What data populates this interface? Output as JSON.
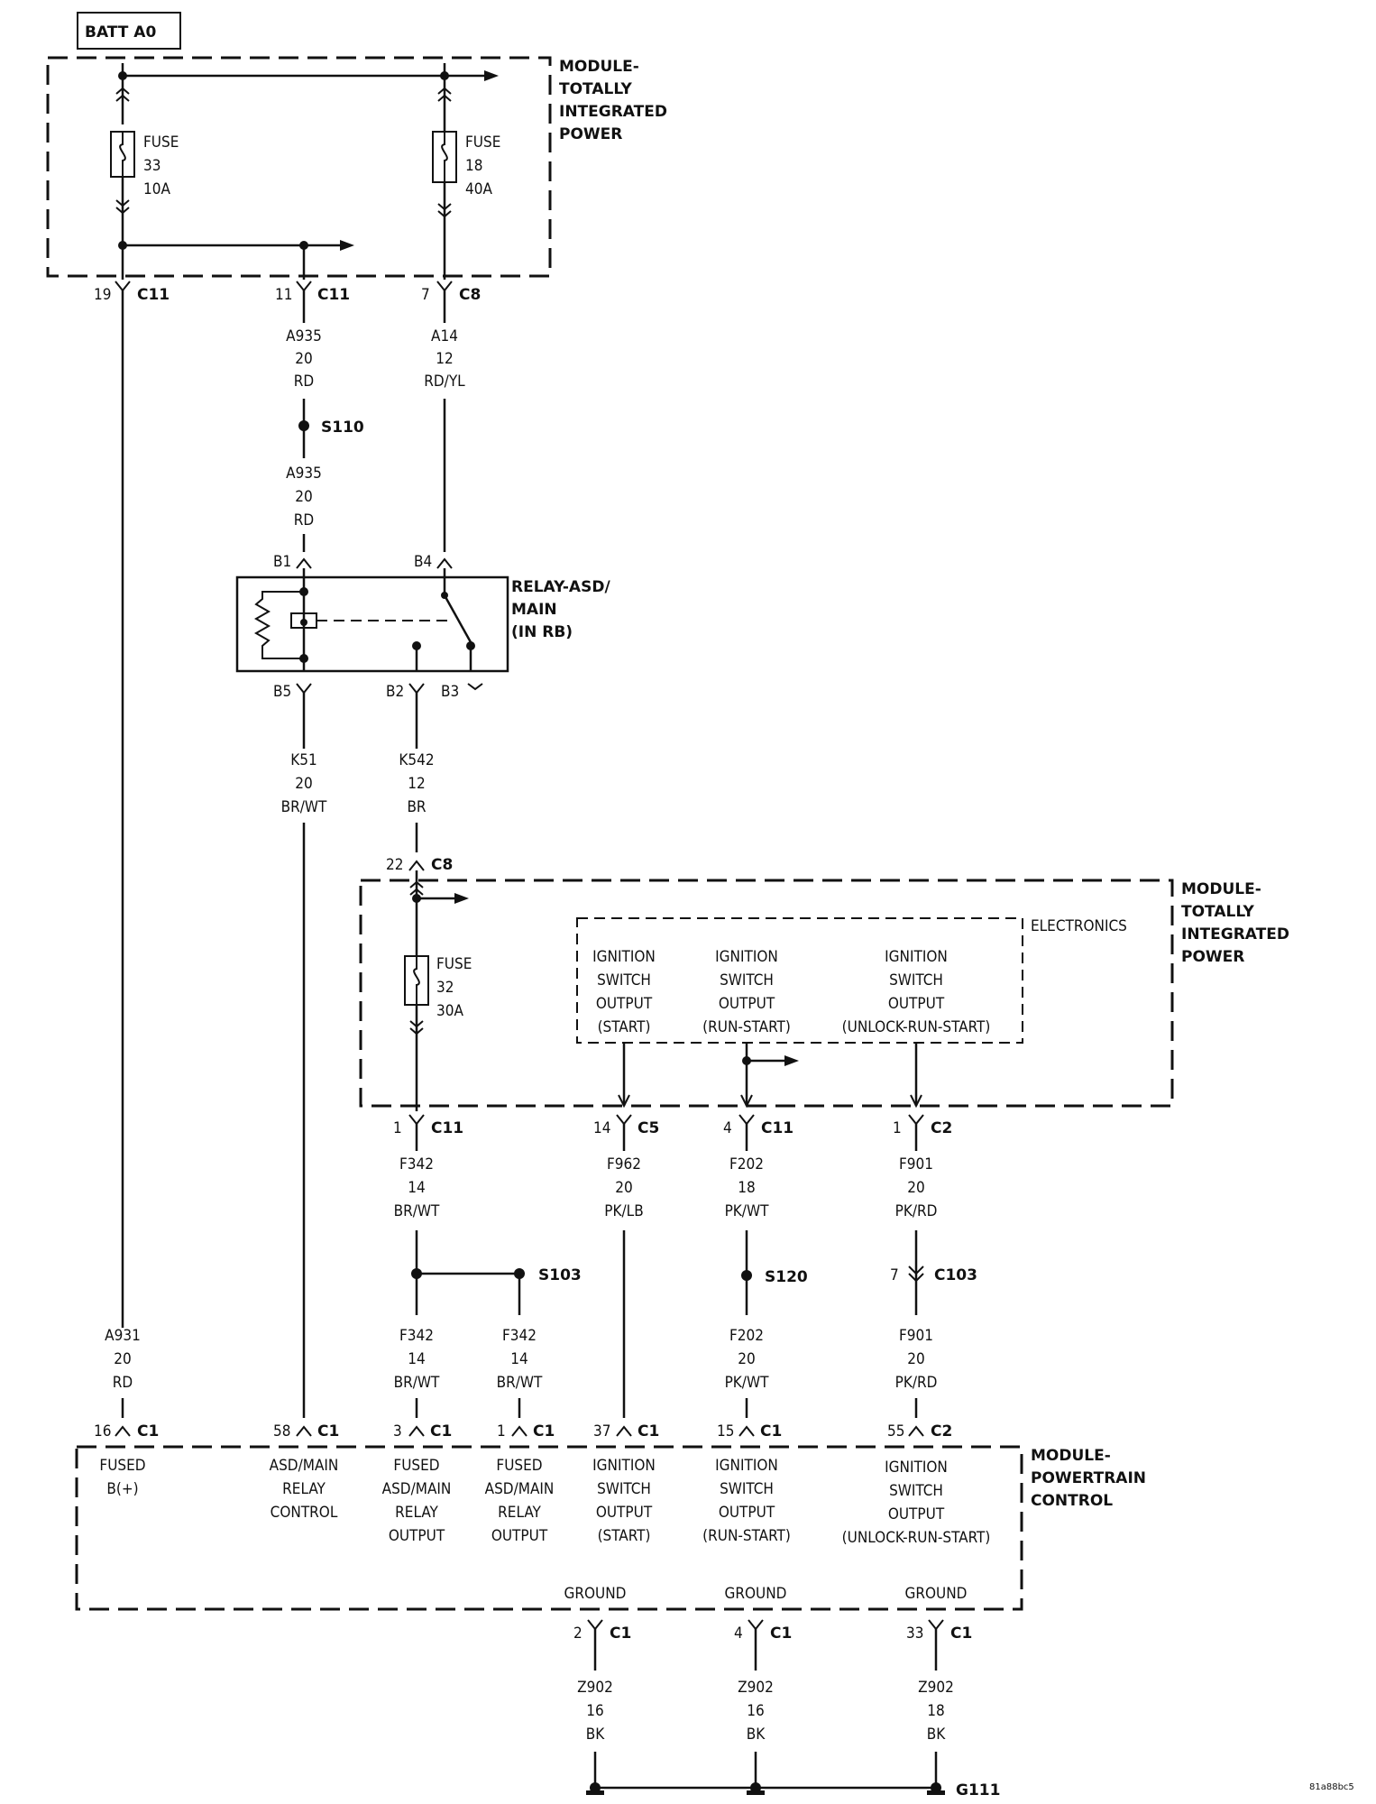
{
  "title": "BATT A0",
  "image_code": "81a88bc5",
  "modules": {
    "tipm_top": [
      "MODULE-",
      "TOTALLY",
      "INTEGRATED",
      "POWER"
    ],
    "tipm_mid": [
      "MODULE-",
      "TOTALLY",
      "INTEGRATED",
      "POWER"
    ],
    "relay": [
      "RELAY-ASD/",
      "MAIN",
      "(IN RB)"
    ],
    "pcm": [
      "MODULE-",
      "POWERTRAIN",
      "CONTROL"
    ],
    "electronics": "ELECTRONICS"
  },
  "fuses": {
    "f33": [
      "FUSE",
      "33",
      "10A"
    ],
    "f18": [
      "FUSE",
      "18",
      "40A"
    ],
    "f32": [
      "FUSE",
      "32",
      "30A"
    ]
  },
  "connectors": {
    "c1": {
      "pin": "19",
      "conn": "C11"
    },
    "c2": {
      "pin": "11",
      "conn": "C11"
    },
    "c3": {
      "pin": "7",
      "conn": "C8"
    },
    "c4": {
      "pin": "22",
      "conn": "C8"
    },
    "c5": {
      "pin": "1",
      "conn": "C11"
    },
    "c6": {
      "pin": "14",
      "conn": "C5"
    },
    "c7": {
      "pin": "4",
      "conn": "C11"
    },
    "c8": {
      "pin": "1",
      "conn": "C2"
    },
    "c9": {
      "pin": "7",
      "conn": "C103"
    },
    "p1": {
      "pin": "16",
      "conn": "C1"
    },
    "p2": {
      "pin": "58",
      "conn": "C1"
    },
    "p3": {
      "pin": "3",
      "conn": "C1"
    },
    "p4": {
      "pin": "1",
      "conn": "C1"
    },
    "p5": {
      "pin": "37",
      "conn": "C1"
    },
    "p6": {
      "pin": "15",
      "conn": "C1"
    },
    "p7": {
      "pin": "55",
      "conn": "C2"
    },
    "g1": {
      "pin": "2",
      "conn": "C1"
    },
    "g2": {
      "pin": "4",
      "conn": "C1"
    },
    "g3": {
      "pin": "33",
      "conn": "C1"
    }
  },
  "relay_pins": {
    "b1": "B1",
    "b4": "B4",
    "b5": "B5",
    "b2": "B2",
    "b3": "B3"
  },
  "splices": {
    "s110": "S110",
    "s103": "S103",
    "s120": "S120",
    "g111": "G111"
  },
  "wires": {
    "a935a": [
      "A935",
      "20",
      "RD"
    ],
    "a935b": [
      "A935",
      "20",
      "RD"
    ],
    "a14": [
      "A14",
      "12",
      "RD/YL"
    ],
    "k51": [
      "K51",
      "20",
      "BR/WT"
    ],
    "k542": [
      "K542",
      "12",
      "BR"
    ],
    "f342a": [
      "F342",
      "14",
      "BR/WT"
    ],
    "f962": [
      "F962",
      "20",
      "PK/LB"
    ],
    "f202a": [
      "F202",
      "18",
      "PK/WT"
    ],
    "f901a": [
      "F901",
      "20",
      "PK/RD"
    ],
    "a931": [
      "A931",
      "20",
      "RD"
    ],
    "f342b": [
      "F342",
      "14",
      "BR/WT"
    ],
    "f342c": [
      "F342",
      "14",
      "BR/WT"
    ],
    "f202b": [
      "F202",
      "20",
      "PK/WT"
    ],
    "f901b": [
      "F901",
      "20",
      "PK/RD"
    ],
    "z1": [
      "Z902",
      "16",
      "BK"
    ],
    "z2": [
      "Z902",
      "16",
      "BK"
    ],
    "z3": [
      "Z902",
      "18",
      "BK"
    ]
  },
  "ign_outputs": {
    "start": [
      "IGNITION",
      "SWITCH",
      "OUTPUT",
      "(START)"
    ],
    "run": [
      "IGNITION",
      "SWITCH",
      "OUTPUT",
      "(RUN-START)"
    ],
    "unlock": [
      "IGNITION",
      "SWITCH",
      "OUTPUT",
      "(UNLOCK-RUN-START)"
    ]
  },
  "pcm_pins": {
    "fusedb": [
      "FUSED",
      "B(+)"
    ],
    "asdctl": [
      "ASD/MAIN",
      "RELAY",
      "CONTROL"
    ],
    "asdout1": [
      "FUSED",
      "ASD/MAIN",
      "RELAY",
      "OUTPUT"
    ],
    "asdout2": [
      "FUSED",
      "ASD/MAIN",
      "RELAY",
      "OUTPUT"
    ],
    "start": [
      "IGNITION",
      "SWITCH",
      "OUTPUT",
      "(START)"
    ],
    "run": [
      "IGNITION",
      "SWITCH",
      "OUTPUT",
      "(RUN-START)"
    ],
    "unlock": [
      "IGNITION",
      "SWITCH",
      "OUTPUT",
      "(UNLOCK-RUN-START)"
    ],
    "gnd1": "GROUND",
    "gnd2": "GROUND",
    "gnd3": "GROUND"
  }
}
